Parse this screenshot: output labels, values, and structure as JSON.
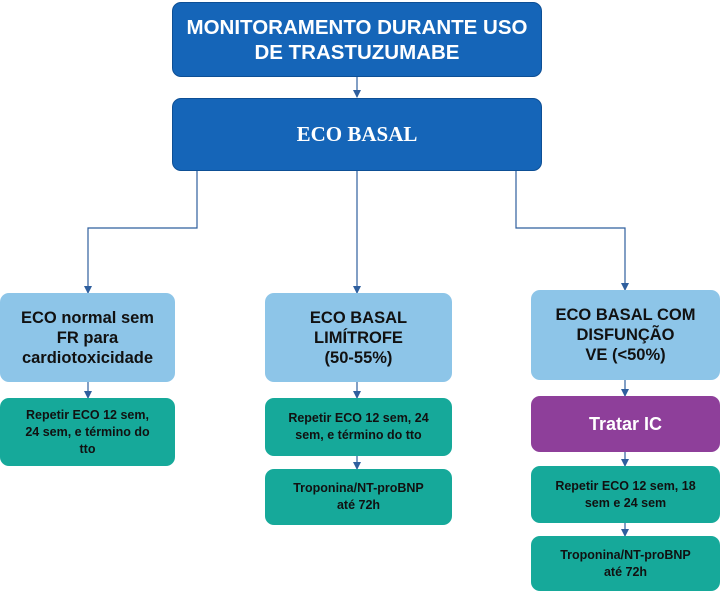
{
  "title": "MONITORAMENTO DURANTE USO\nDE TRASTUZUMABE",
  "basal": "ECO BASAL",
  "branches": {
    "left": {
      "header": "ECO normal sem\nFR para\ncardiotoxicidade",
      "steps": [
        "Repetir ECO 12 sem,\n24 sem, e término do\ntto"
      ]
    },
    "middle": {
      "header": "ECO BASAL\nLIMÍTROFE\n(50-55%)",
      "steps": [
        "Repetir ECO 12 sem, 24\nsem, e término do tto",
        "Troponina/NT-proBNP\naté 72h"
      ]
    },
    "right": {
      "header": "ECO BASAL COM\nDISFUNÇÃO\nVE (<50%)",
      "action": "Tratar IC",
      "steps": [
        "Repetir ECO 12 sem, 18\nsem e 24 sem",
        "Troponina/NT-proBNP\naté 72h"
      ]
    }
  },
  "colors": {
    "dark_blue": "#1565b8",
    "light_blue": "#8dc5e8",
    "teal": "#16a99a",
    "purple": "#8e3f9a",
    "connector": "#2f5f9e"
  }
}
